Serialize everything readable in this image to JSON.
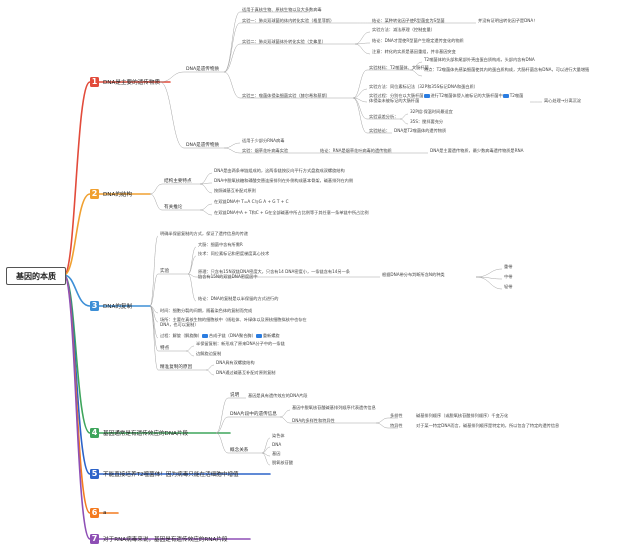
{
  "root": {
    "label": "基因的本质"
  },
  "colors": {
    "b1": "#e24b3b",
    "b2": "#f0a030",
    "b3": "#3d8fd6",
    "b4": "#3ea55c",
    "b5": "#2c63c9",
    "b6": "#f47b20",
    "b7": "#8e4fb5"
  },
  "branches": {
    "b1": {
      "num": "1",
      "label": "DNA是主要的遗传物质"
    },
    "b2": {
      "num": "2",
      "label": "DNA的结构"
    },
    "b3": {
      "num": "3",
      "label": "DNA的复制"
    },
    "b4": {
      "num": "4",
      "label": "基因通常是有遗传效应的DNA片段"
    },
    "b5": {
      "num": "5",
      "label": "不能直接培养T2噬菌体！因为病毒只能在活细胞中增值"
    },
    "b6": {
      "num": "6",
      "label": "a"
    },
    "b7": {
      "num": "7",
      "label": "对于RNA病毒来说，基因是有遗传效应的RNA片段"
    }
  },
  "b1": {
    "sub1": "DNA是遗传物质",
    "n_intro": "适用于真核生物、原核生物以及大多数病毒",
    "exp1": "实验一：肺炎双球菌的体内转化实验（格里菲斯）",
    "exp1_c": "结论：某种转化因子使R型菌变为S型菌",
    "exp1_d": "并没有证明出转化因子是DNA！",
    "exp2": "实验二：肺炎双球菌体外转化实验（艾弗里）",
    "exp2_a": "实验方法：减法原理（控制变量）",
    "exp2_b": "结论：DNA才是使R型菌产生稳定遗传变化的物质",
    "exp2_c": "注意：转化的实质是基因重组，并非基因突变",
    "exp3": "实验三：噬菌体侵染细菌实验（赫尔希和蔡斯）",
    "exp3_a": "实验材料：T2噬菌体、大肠杆菌",
    "exp3_a1": "T2噬菌体的头部和尾部外壳由蛋白质构成，头部内含有DNA",
    "exp3_a2": "特点：T2噬菌体先感染细菌使其内的蛋白质构成，大肠杆菌含有DNA，可以进行大量增殖",
    "exp3_b": "实验方法：同位素标记法（32P和35S标记DNA和蛋白质）",
    "exp3_c1": "实验过程：分别在以大肠杆菌",
    "exp3_c2": "进行T2噬菌体侵入被标记的大肠杆菌中",
    "exp3_c3": "T2噬菌",
    "exp3_c4": "体侵染未被标记的大肠杆菌",
    "exp3_c_r": "离心处理→分离沉淀",
    "exp3_d": "实验误差分析：",
    "exp3_d1": "32P组:保温时间最适宜",
    "exp3_d2": "35S：搅拌要充分",
    "exp3_e": "实验结论：",
    "exp3_e1": "DNA是T2噬菌体的遗传物质",
    "sub2": "DNA是遗传物质",
    "sub2_a": "适用于少部分RNA病毒",
    "sub2_b": "实验：烟草花叶病毒实验",
    "sub2_c": "结论：RNA是烟草花叶病毒的遗传物质",
    "sub2_d": "DNA是主要遗传物质，最少数病毒遗传物质是RNA"
  },
  "b2": {
    "sub1": "结构主要特点",
    "s1a": "DNA是由两条单链组成的，这两条链按反向平行方式盘旋成双螺旋结构",
    "s1b": "DNA中脱氧核糖和磷酸交替连接排列在外侧构成基本骨架，碱基排列在内侧",
    "s1c": "按照碱基互补配对原则",
    "sub2": "有关推论",
    "s2a": "在双链DNA中  T=A  C与G  A + G   T + C",
    "s2b": "在双链DNA中A + T和C + G在全部碱基中所占比例等于其任意一条单链中所占比例"
  },
  "b3": {
    "n1": "明确半保留复制的方式，保证了遗传信息的传递",
    "sub1": "实验",
    "s1a": "大肠：细菌中含有所需R",
    "s1b": "技术：同位素标记和密度梯度离心技术",
    "s1c1": "原理：只含有15N双链DNA密度大，只含有14 DNA密度小，一条链含有14另一条",
    "s1c2": "链含有15N的双链DNA密度居中",
    "s1c_r": "根据DNA带分布判断所含N的种类",
    "s1c_r1": "重带",
    "s1c_r2": "中带",
    "s1c_r3": "轻带",
    "s1d": "结论：DNA的复制是以半保留的方式进行的",
    "n2": "时间：细胞分裂的间期，随着染色体的复制而完成",
    "n3a": "场所：主要在真核生物的细胞核中（线粒体、叶绿体以及原核细胞拟核中也存在",
    "n3b": "DNA，也可以复制）",
    "n4": "过程：解旋（解旋酶）",
    "n4b": "合成子链（DNA聚合酶）",
    "n4c": "重新螺旋",
    "sub2": "特点",
    "s2a": "半保留复制：新形成了原来DNA分子中的一条链",
    "s2b": "边解旋边复制",
    "sub3": "精准复制的原因",
    "s3a": "DNA具有双螺旋结构",
    "s3b": "DNA通过碱基互补配对原则复制"
  },
  "b4": {
    "n1": "说明",
    "n1a": "基因是具有遗传效应的DNA片段",
    "sub1": "DNA片段中的遗传信息",
    "s1a": "基因中脱氧核苷酸碱基排列顺序代表遗传信息",
    "s1b": "DNA的多样性和特异性",
    "s1b1": "多样性",
    "s1b1a": "碱基排列顺序（或脱氧核苷酸排列顺序）千变万化",
    "s1b2": "特异性",
    "s1b2a": "对于某一特定DNA而言，碱基排列顺序是特定的，所以包含了特定的遗传信息",
    "sub2": "概念关系",
    "s2a": "染色体",
    "s2b": "DNA",
    "s2c": "基因",
    "s2d": "脱氧核苷酸"
  }
}
